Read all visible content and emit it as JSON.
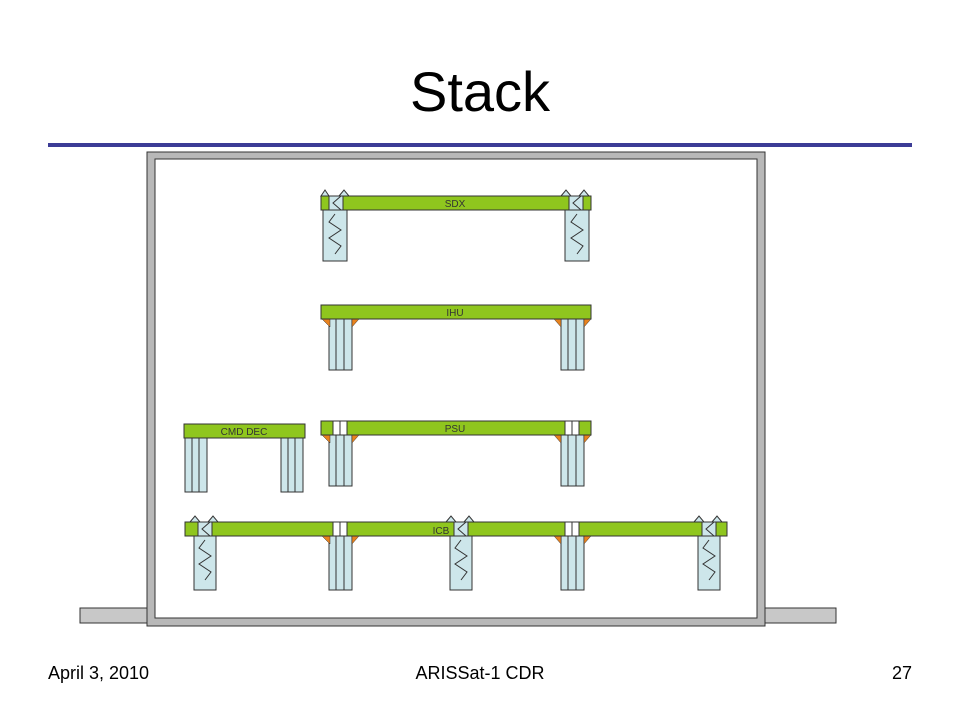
{
  "slide": {
    "title": "Stack",
    "footer": {
      "date": "April 3, 2010",
      "center": "ARISSat-1 CDR",
      "page": "27"
    }
  },
  "diagram": {
    "boards": [
      {
        "key": "sdx",
        "label": "SDX"
      },
      {
        "key": "ihu",
        "label": "IHU"
      },
      {
        "key": "psu",
        "label": "PSU"
      },
      {
        "key": "cmddec",
        "label": "CMD DEC"
      },
      {
        "key": "icb",
        "label": "ICB"
      }
    ],
    "colors": {
      "board": "#8fc61e",
      "board_stroke": "#4a6a10",
      "standoff": "#cde6ea",
      "bracket": "#e8821e",
      "frame": "#9a9a9a",
      "rule": "#3c3c96"
    }
  }
}
